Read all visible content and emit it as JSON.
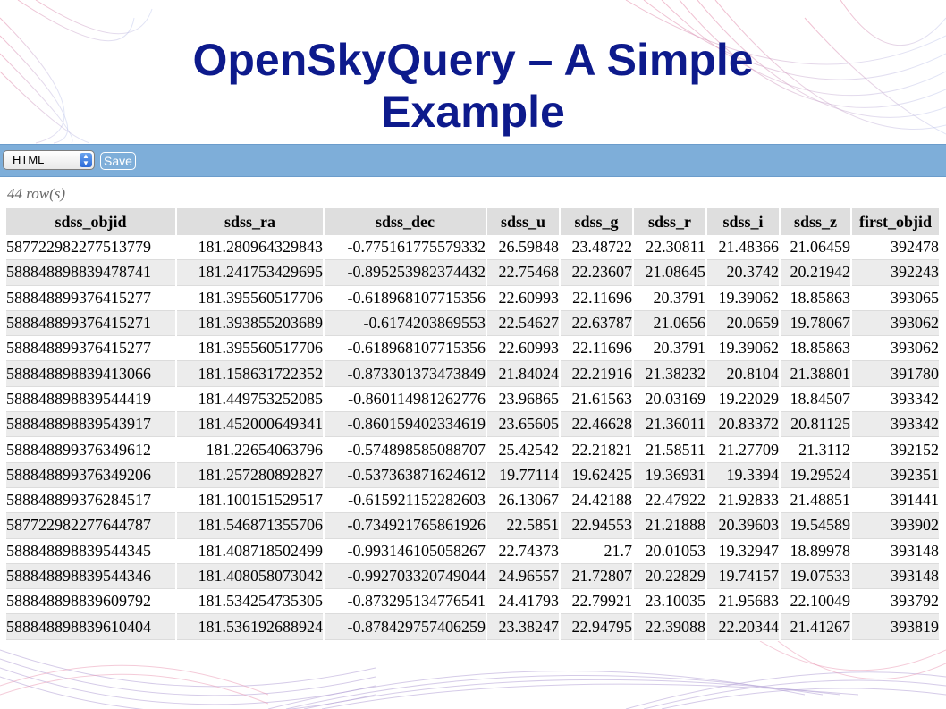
{
  "slide": {
    "title_line1": "OpenSkyQuery – A Simple",
    "title_line2": "Example",
    "title_color": "#0d1a8c"
  },
  "toolbar": {
    "format_value": "HTML",
    "save_label": "Save",
    "bar_color": "#7eaed9"
  },
  "results": {
    "row_count_label": "44 row(s)",
    "columns": [
      "sdss_objid",
      "sdss_ra",
      "sdss_dec",
      "sdss_u",
      "sdss_g",
      "sdss_r",
      "sdss_i",
      "sdss_z",
      "first_objid"
    ],
    "rows": [
      [
        "587722982277513779",
        "181.280964329843",
        "-0.775161775579332",
        "26.59848",
        "23.48722",
        "22.30811",
        "21.48366",
        "21.06459",
        "392478"
      ],
      [
        "588848898839478741",
        "181.241753429695",
        "-0.895253982374432",
        "22.75468",
        "22.23607",
        "21.08645",
        "20.3742",
        "20.21942",
        "392243"
      ],
      [
        "588848899376415277",
        "181.395560517706",
        "-0.618968107715356",
        "22.60993",
        "22.11696",
        "20.3791",
        "19.39062",
        "18.85863",
        "393065"
      ],
      [
        "588848899376415271",
        "181.393855203689",
        "-0.6174203869553",
        "22.54627",
        "22.63787",
        "21.0656",
        "20.0659",
        "19.78067",
        "393062"
      ],
      [
        "588848899376415277",
        "181.395560517706",
        "-0.618968107715356",
        "22.60993",
        "22.11696",
        "20.3791",
        "19.39062",
        "18.85863",
        "393062"
      ],
      [
        "588848898839413066",
        "181.158631722352",
        "-0.873301373473849",
        "21.84024",
        "22.21916",
        "21.38232",
        "20.8104",
        "21.38801",
        "391780"
      ],
      [
        "588848898839544419",
        "181.449753252085",
        "-0.860114981262776",
        "23.96865",
        "21.61563",
        "20.03169",
        "19.22029",
        "18.84507",
        "393342"
      ],
      [
        "588848898839543917",
        "181.452000649341",
        "-0.860159402334619",
        "23.65605",
        "22.46628",
        "21.36011",
        "20.83372",
        "20.81125",
        "393342"
      ],
      [
        "588848899376349612",
        "181.22654063796",
        "-0.574898585088707",
        "25.42542",
        "22.21821",
        "21.58511",
        "21.27709",
        "21.3112",
        "392152"
      ],
      [
        "588848899376349206",
        "181.257280892827",
        "-0.537363871624612",
        "19.77114",
        "19.62425",
        "19.36931",
        "19.3394",
        "19.29524",
        "392351"
      ],
      [
        "588848899376284517",
        "181.100151529517",
        "-0.615921152282603",
        "26.13067",
        "24.42188",
        "22.47922",
        "21.92833",
        "21.48851",
        "391441"
      ],
      [
        "587722982277644787",
        "181.546871355706",
        "-0.734921765861926",
        "22.5851",
        "22.94553",
        "21.21888",
        "20.39603",
        "19.54589",
        "393902"
      ],
      [
        "588848898839544345",
        "181.408718502499",
        "-0.993146105058267",
        "22.74373",
        "21.7",
        "20.01053",
        "19.32947",
        "18.89978",
        "393148"
      ],
      [
        "588848898839544346",
        "181.408058073042",
        "-0.992703320749044",
        "24.96557",
        "21.72807",
        "20.22829",
        "19.74157",
        "19.07533",
        "393148"
      ],
      [
        "588848898839609792",
        "181.534254735305",
        "-0.873295134776541",
        "24.41793",
        "22.79921",
        "23.10035",
        "21.95683",
        "22.10049",
        "393792"
      ],
      [
        "588848898839610404",
        "181.536192688924",
        "-0.878429757406259",
        "23.38247",
        "22.94795",
        "22.39088",
        "22.20344",
        "21.41267",
        "393819"
      ]
    ]
  }
}
